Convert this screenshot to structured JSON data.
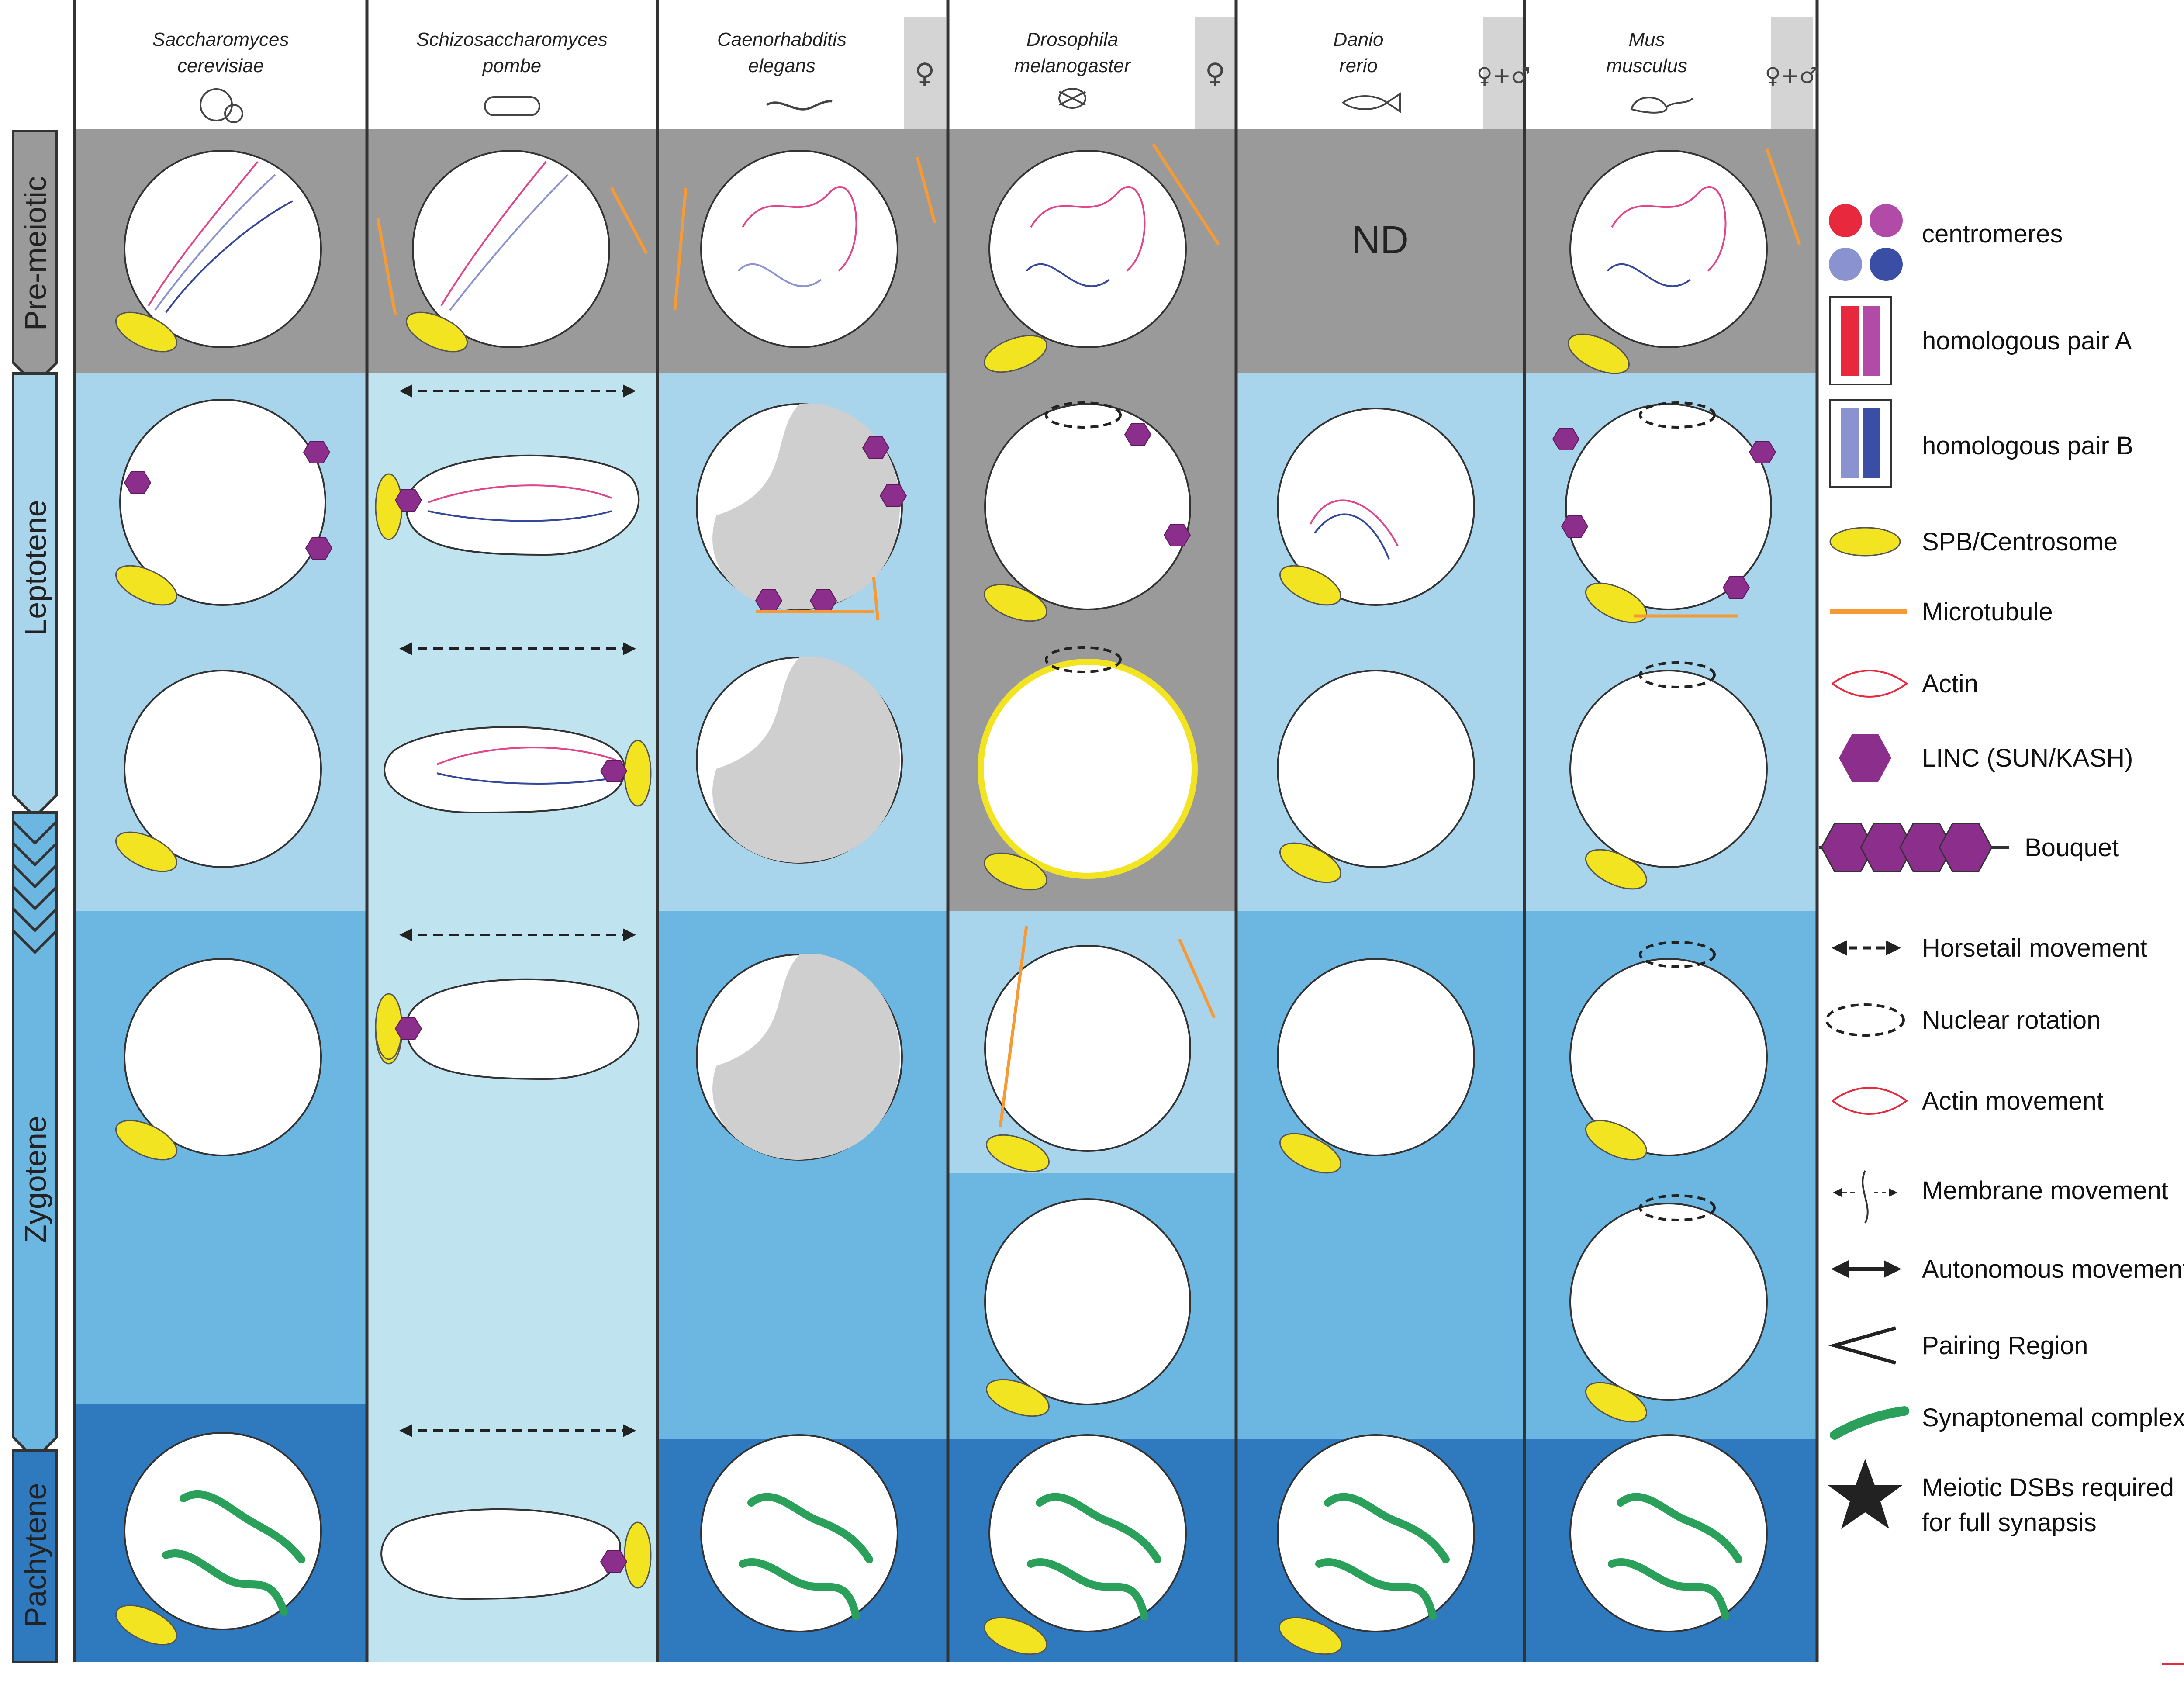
{
  "species": [
    {
      "line1": "Saccharomyces",
      "line2": "cerevisiae",
      "sex": ""
    },
    {
      "line1": "Schizosaccharomyces",
      "line2": "pombe",
      "sex": ""
    },
    {
      "line1": "Caenorhabditis",
      "line2": "elegans",
      "sex": "♀"
    },
    {
      "line1": "Drosophila",
      "line2": "melanogaster",
      "sex": "♀"
    },
    {
      "line1": "Danio",
      "line2": "rerio",
      "sex": "♀+♂"
    },
    {
      "line1": "Mus",
      "line2": "musculus",
      "sex": "♀+♂"
    }
  ],
  "stages": [
    "Pre-meiotic",
    "Leptotene",
    "Zygotene",
    "Pachytene"
  ],
  "not_determined": "ND",
  "legend": {
    "centromeres": "centromeres",
    "pair_a": "homologous pair A",
    "pair_b": "homologous pair B",
    "spb": "SPB/Centrosome",
    "microtubule": "Microtubule",
    "actin": "Actin",
    "linc": "LINC (SUN/KASH)",
    "bouquet": "Bouquet",
    "horsetail": "Horsetail movement",
    "rotation": "Nuclear rotation",
    "actin_movement": "Actin movement",
    "membrane_movement": "Membrane movement",
    "autonomous": "Autonomous movement",
    "pairing": "Pairing Region",
    "sc": "Synaptonemal complex",
    "dsb_line1": "Meiotic DSBs required",
    "dsb_line2": "for full synapsis"
  },
  "colors": {
    "premeiotic_bg": "#9a9a9a",
    "leptotene_bg": "#a8d4ec",
    "zygotene_bg": "#6cb6e2",
    "pachytene_bg": "#2f79bf",
    "pombe_bg": "#c0e4ef",
    "centromere_red": "#e8283c",
    "centromere_magenta": "#b24aa8",
    "centromere_lightblue": "#8a93d0",
    "centromere_blue": "#3a4ea6",
    "chromosome_pink": "#e0468a",
    "chromosome_blue": "#34479a",
    "spb_yellow": "#f2e421",
    "microtubule": "#f59a34",
    "linc_purple": "#8c2f8c",
    "sc_green": "#2aa05a"
  }
}
